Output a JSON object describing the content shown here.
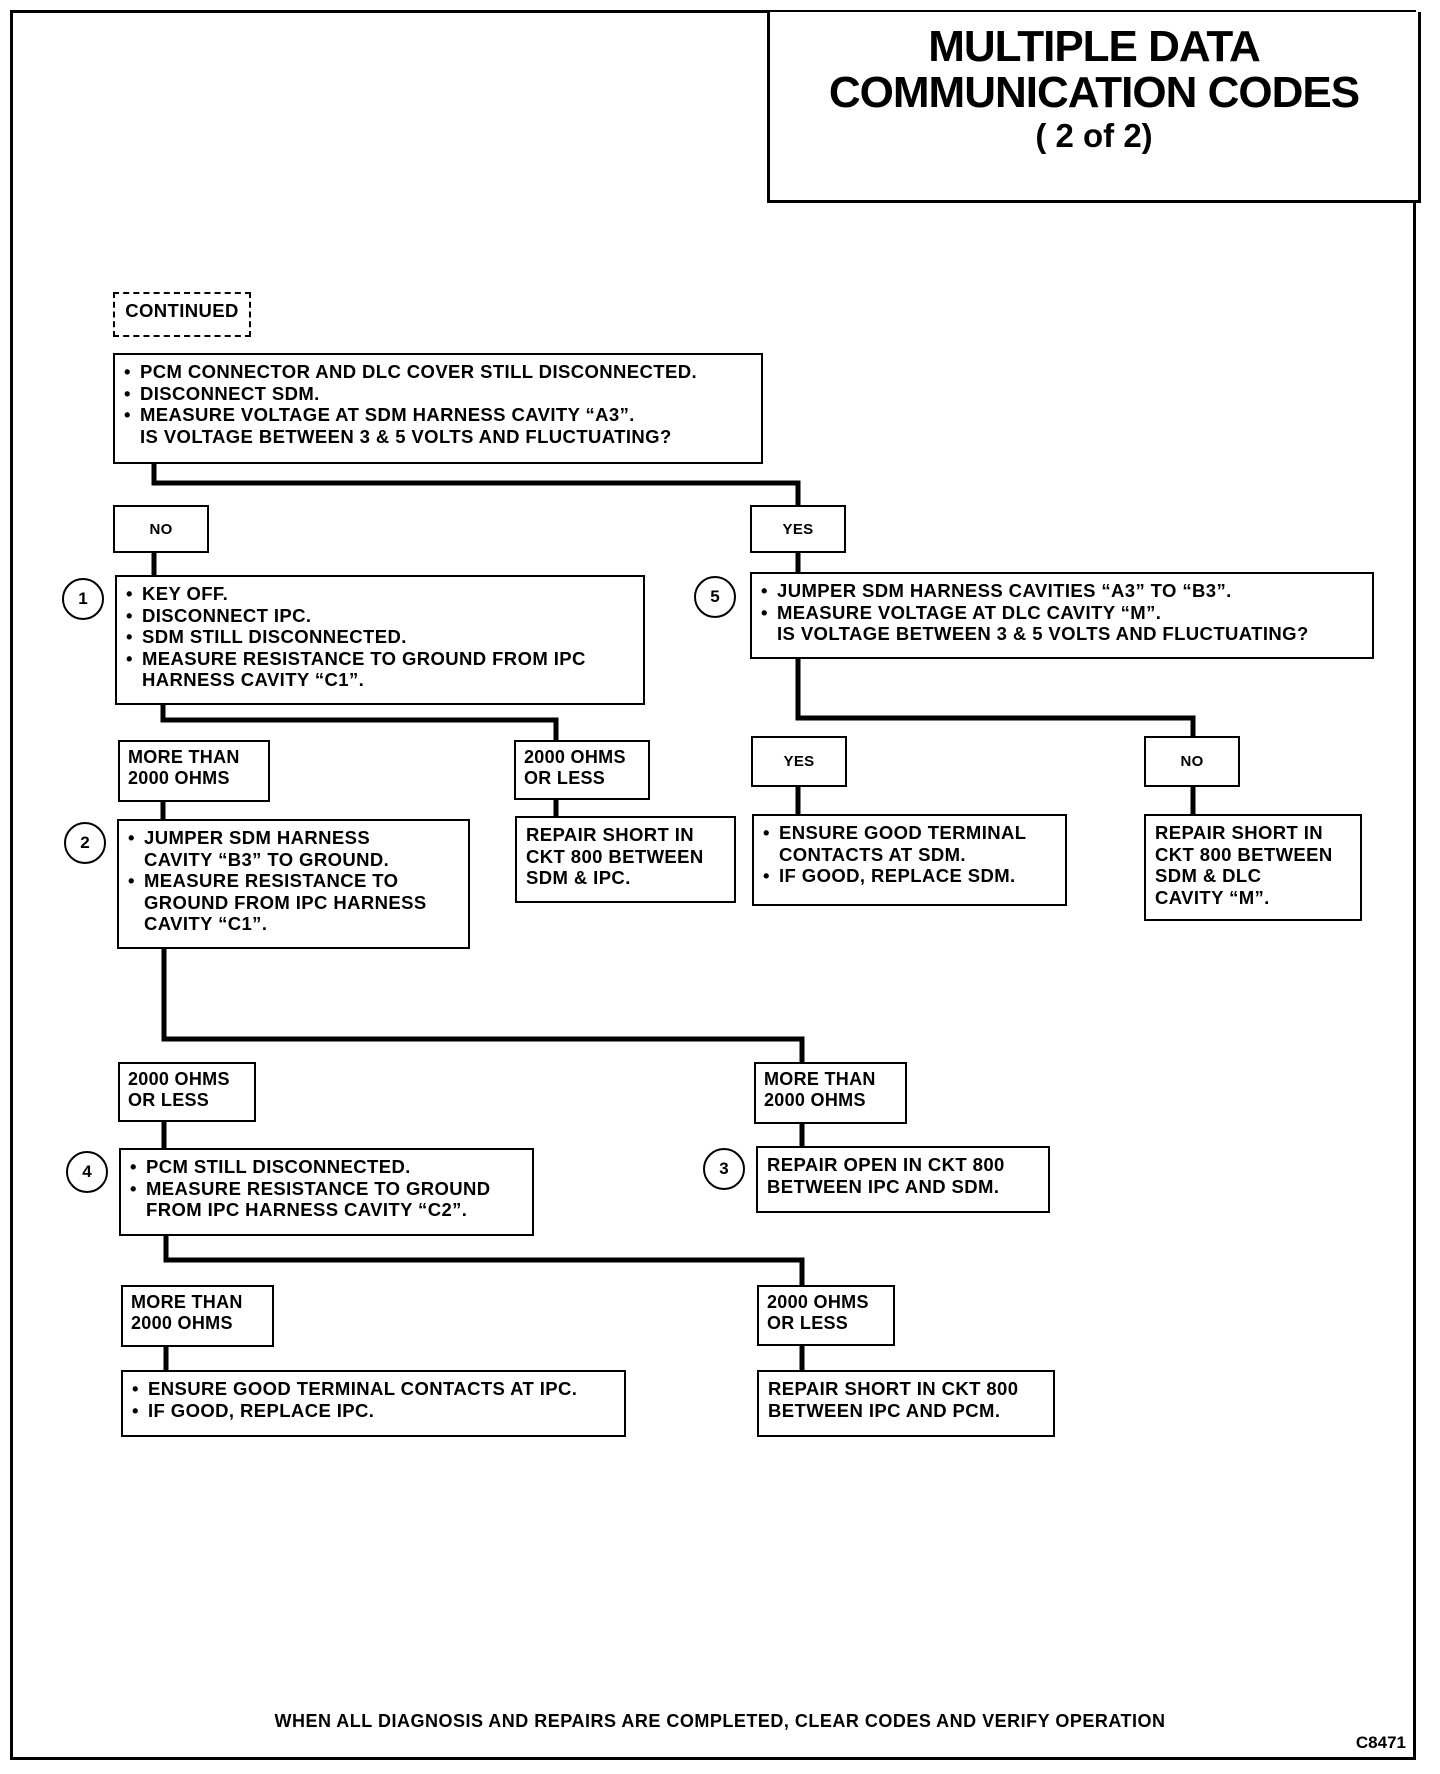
{
  "title": {
    "line1": "MULTIPLE DATA",
    "line2": "COMMUNICATION CODES",
    "line3": "( 2 of 2)"
  },
  "nodes": {
    "continued": "CONTINUED",
    "start": [
      "PCM CONNECTOR AND DLC COVER STILL DISCONNECTED.",
      "DISCONNECT SDM.",
      "MEASURE VOLTAGE AT SDM HARNESS CAVITY “A3”.",
      "IS VOLTAGE BETWEEN 3 & 5 VOLTS AND FLUCTUATING?"
    ],
    "no_1": "NO",
    "yes_1": "YES",
    "step1": [
      "KEY OFF.",
      "DISCONNECT IPC.",
      "SDM STILL DISCONNECTED.",
      "MEASURE RESISTANCE TO GROUND FROM IPC",
      "HARNESS CAVITY “C1”."
    ],
    "step5": [
      "JUMPER SDM HARNESS CAVITIES “A3” TO “B3”.",
      "MEASURE VOLTAGE AT DLC CAVITY “M”.",
      "IS VOLTAGE BETWEEN 3 & 5 VOLTS AND FLUCTUATING?"
    ],
    "s1_more": [
      "MORE THAN",
      "2000 OHMS"
    ],
    "s1_less": [
      "2000 OHMS",
      "OR LESS"
    ],
    "s5_yes": "YES",
    "s5_no": "NO",
    "step2": [
      "JUMPER SDM HARNESS",
      "CAVITY “B3” TO GROUND.",
      "MEASURE RESISTANCE TO",
      "GROUND FROM IPC HARNESS",
      "CAVITY “C1”."
    ],
    "repair_sdm_ipc": [
      "REPAIR SHORT IN",
      "CKT 800 BETWEEN",
      "SDM & IPC."
    ],
    "ensure_sdm": [
      "ENSURE GOOD TERMINAL",
      "CONTACTS AT SDM.",
      "IF GOOD, REPLACE SDM."
    ],
    "repair_sdm_dlc": [
      "REPAIR SHORT IN",
      "CKT 800 BETWEEN",
      "SDM & DLC",
      "CAVITY “M”."
    ],
    "s2_less": [
      "2000 OHMS",
      "OR LESS"
    ],
    "s2_more": [
      "MORE THAN",
      "2000 OHMS"
    ],
    "step4": [
      "PCM STILL DISCONNECTED.",
      "MEASURE RESISTANCE TO GROUND",
      "FROM IPC HARNESS CAVITY “C2”."
    ],
    "step3": [
      "REPAIR OPEN IN CKT 800",
      "BETWEEN IPC AND SDM."
    ],
    "s4_more": [
      "MORE THAN",
      "2000 OHMS"
    ],
    "s4_less": [
      "2000 OHMS",
      "OR LESS"
    ],
    "ensure_ipc": [
      "ENSURE GOOD TERMINAL CONTACTS AT IPC.",
      "IF GOOD, REPLACE IPC."
    ],
    "repair_ipc_pcm": [
      "REPAIR SHORT IN CKT 800",
      "BETWEEN IPC AND PCM."
    ]
  },
  "step_numbers": {
    "n1": "1",
    "n2": "2",
    "n3": "3",
    "n4": "4",
    "n5": "5"
  },
  "footer": "WHEN ALL DIAGNOSIS AND REPAIRS ARE COMPLETED, CLEAR CODES AND VERIFY OPERATION",
  "code": "C8471"
}
